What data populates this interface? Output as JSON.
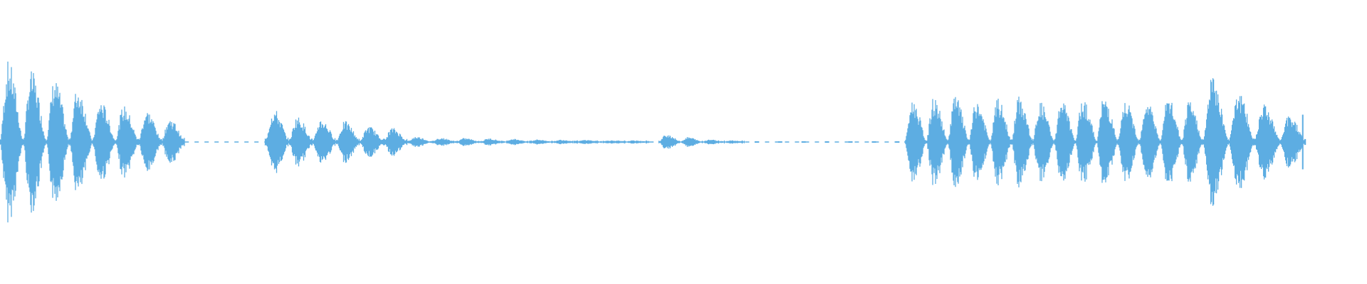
{
  "waveform": {
    "color": "#5DADE2",
    "background": "#FFFFFF",
    "segments": [
      {
        "type": "beats",
        "start": 0.0,
        "end": 0.135,
        "n": 8,
        "peak": 1.0,
        "decay": 0.84,
        "floor": 0.06
      },
      {
        "type": "beats",
        "start": 0.194,
        "end": 0.298,
        "n": 6,
        "peak": 0.36,
        "decay": 0.86,
        "floor": 0.05
      },
      {
        "type": "beats",
        "start": 0.298,
        "end": 0.475,
        "n": 10,
        "peak": 0.06,
        "decay": 0.88,
        "floor": 0.02
      },
      {
        "type": "beats",
        "start": 0.482,
        "end": 0.545,
        "n": 4,
        "peak": 0.09,
        "decay": 0.6,
        "floor": 0.02
      },
      {
        "type": "dots",
        "start": 0.545,
        "end": 0.665,
        "n": 7,
        "peak": 0.012
      },
      {
        "type": "beats",
        "start": 0.662,
        "end": 0.88,
        "n": 14,
        "peak": 0.5,
        "decay": 1.0,
        "floor": 0.04
      },
      {
        "type": "beats",
        "start": 0.88,
        "end": 0.955,
        "n": 4,
        "peak": 0.8,
        "decay": 0.75,
        "floor": 0.05
      }
    ],
    "tail_marker": {
      "position": 0.953,
      "peak": 0.14
    }
  }
}
